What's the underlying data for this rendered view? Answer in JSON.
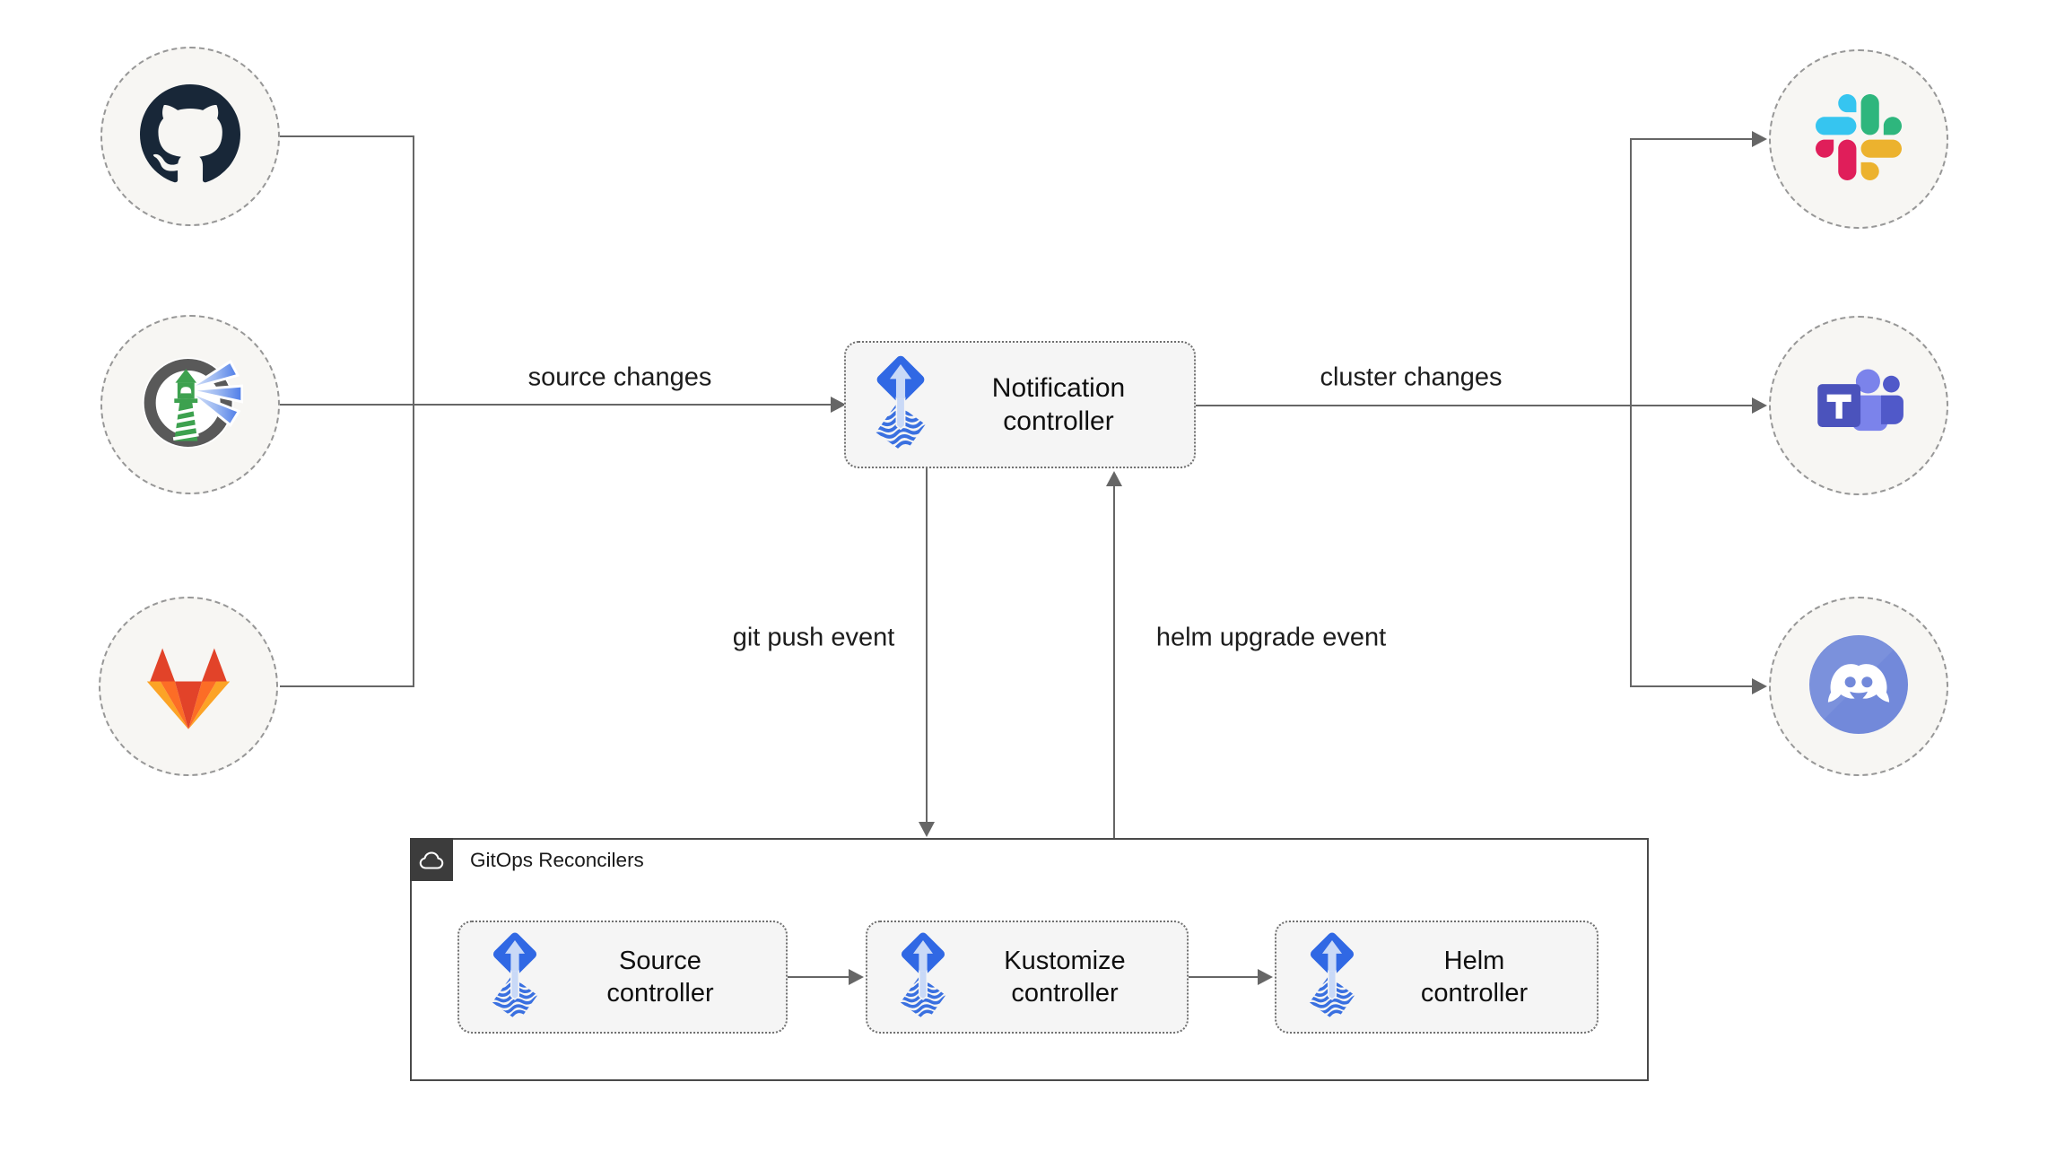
{
  "colors": {
    "line": "#666666",
    "node_fill": "#f7f6f3",
    "node_border": "#979797",
    "box_fill": "#f5f5f5",
    "box_border": "#6f6f6f",
    "container_border": "#4a4a4a",
    "badge_bg": "#3c3c3c",
    "label_text": "#1c1c1c",
    "flux_blue": "#3068e4",
    "flux_light": "#c9d9f7"
  },
  "source_nodes": [
    {
      "icon": "github-icon"
    },
    {
      "icon": "harbor-icon"
    },
    {
      "icon": "gitlab-icon"
    }
  ],
  "target_nodes": [
    {
      "icon": "slack-icon"
    },
    {
      "icon": "teams-icon"
    },
    {
      "icon": "discord-icon"
    }
  ],
  "notification_controller": {
    "icon": "flux-icon",
    "line1": "Notification",
    "line2": "controller"
  },
  "edges": {
    "source_changes": "source changes",
    "cluster_changes": "cluster changes",
    "git_push_event": "git push event",
    "helm_upgrade_event": "helm upgrade event"
  },
  "reconcilers": {
    "title": "GitOps Reconcilers",
    "badge_icon": "cloud-icon",
    "controllers": [
      {
        "icon": "flux-icon",
        "line1": "Source",
        "line2": "controller"
      },
      {
        "icon": "flux-icon",
        "line1": "Kustomize",
        "line2": "controller"
      },
      {
        "icon": "flux-icon",
        "line1": "Helm",
        "line2": "controller"
      }
    ]
  }
}
